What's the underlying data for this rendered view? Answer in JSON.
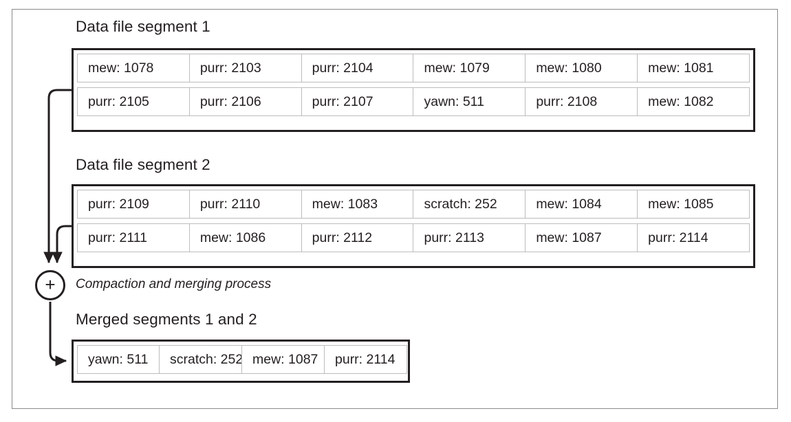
{
  "figure": {
    "title_seg1": "Data file segment 1",
    "title_seg2": "Data file segment 2",
    "title_merged": "Merged segments 1 and 2",
    "process_label": "Compaction and merging process",
    "plus_glyph": "+",
    "colors": {
      "ink": "#231f20",
      "outer_frame": "#8a8a8a",
      "cell_border": "#bcbcbc",
      "background": "#ffffff"
    }
  },
  "segment1": {
    "rows": [
      [
        "mew: 1078",
        "purr: 2103",
        "purr: 2104",
        "mew: 1079",
        "mew: 1080",
        "mew: 1081"
      ],
      [
        "purr: 2105",
        "purr: 2106",
        "purr: 2107",
        "yawn: 511",
        "purr: 2108",
        "mew: 1082"
      ]
    ]
  },
  "segment2": {
    "rows": [
      [
        "purr: 2109",
        "purr: 2110",
        "mew: 1083",
        "scratch: 252",
        "mew: 1084",
        "mew: 1085"
      ],
      [
        "purr: 2111",
        "mew: 1086",
        "purr: 2112",
        "purr: 2113",
        "mew: 1087",
        "purr: 2114"
      ]
    ]
  },
  "merged": {
    "rows": [
      [
        "yawn: 511",
        "scratch: 252",
        "mew: 1087",
        "purr: 2114"
      ]
    ]
  }
}
